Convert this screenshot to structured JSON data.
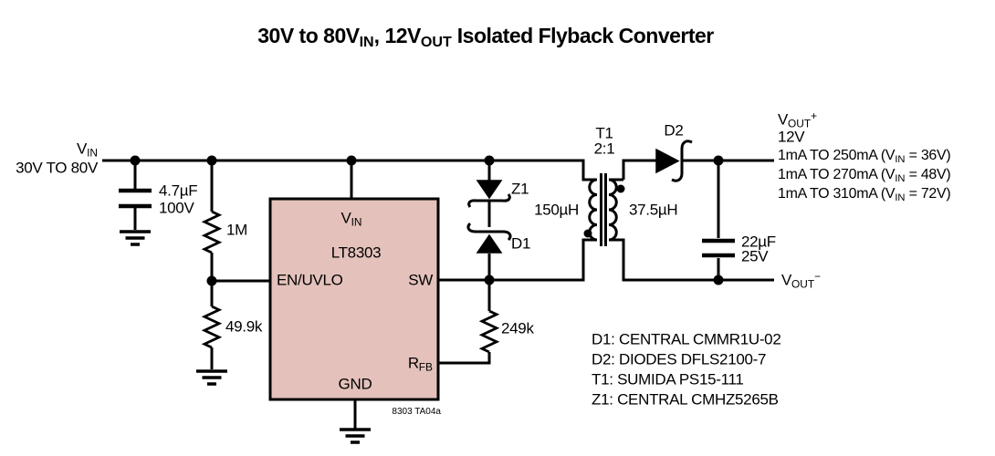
{
  "title": {
    "t1": "30V to 80V",
    "s1": "IN",
    "t2": ", 12V",
    "s2": "OUT",
    "t3": " Isolated Flyback Converter"
  },
  "source": {
    "v": "V",
    "v_sub": "IN",
    "range": "30V TO 80V"
  },
  "components": {
    "cin_value": "4.7µF",
    "cin_rating": "100V",
    "r1": "1M",
    "r2": "49.9k",
    "r3": "249k",
    "z1": "Z1",
    "d1": "D1",
    "d2": "D2",
    "t1": "T1",
    "t1_ratio": "2:1",
    "t1_primary": "150µH",
    "t1_secondary": "37.5µH",
    "cout_value": "22µF",
    "cout_rating": "25V"
  },
  "ic": {
    "name": "LT8303",
    "pin_vin": "V",
    "pin_vin_sub": "IN",
    "pin_en": "EN/UVLO",
    "pin_sw": "SW",
    "pin_rfb": "R",
    "pin_rfb_sub": "FB",
    "pin_gnd": "GND",
    "doc_note": "8303 TA04a"
  },
  "output": {
    "vplus": "V",
    "vplus_sub": "OUT",
    "vplus_sup": "+",
    "voltage": "12V",
    "ratings": [
      {
        "pre": "1mA TO 250mA (V",
        "sub": "IN",
        "post": " = 36V)"
      },
      {
        "pre": "1mA TO 270mA (V",
        "sub": "IN",
        "post": " = 48V)"
      },
      {
        "pre": "1mA TO 310mA (V",
        "sub": "IN",
        "post": " = 72V)"
      }
    ],
    "vminus": "V",
    "vminus_sub": "OUT",
    "vminus_sup": "−"
  },
  "notes": [
    "D1: CENTRAL CMMR1U-02",
    "D2: DIODES DFLS2100-7",
    "T1: SUMIDA PS15-111",
    "Z1: CENTRAL CMHZ5265B"
  ],
  "colors": {
    "ic_fill": "#e4c2bb",
    "line": "#000000"
  }
}
